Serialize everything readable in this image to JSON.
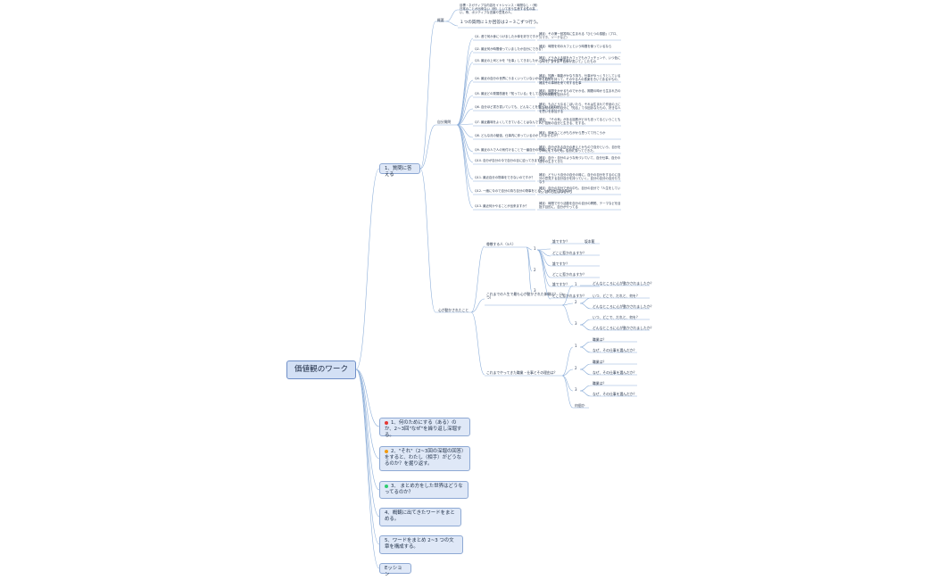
{
  "mindmap": {
    "root": "価値観のワーク",
    "main_topics": [
      {
        "label": "1、質問に答える"
      },
      {
        "label": "1、何のためにする（ある）のか、2~3回\"なぜ\"を繰り返し深堀する。",
        "marker": "#e53935"
      },
      {
        "label": "2、\"それ\"（2~3回の深堀の回答）をすると、わたし（相手）がどうなるのか？を掘り返す。",
        "marker": "#f39c12"
      },
      {
        "label": "3、 まとめ方をした世界はどうなってるのか？",
        "marker": "#2ecc71"
      },
      {
        "label": "4、概観に出てきたワードをまとめる。"
      },
      {
        "label": "5、ワードをまとめ 2~3 つの文章を構成する。"
      },
      {
        "label": "Eッション"
      }
    ],
    "q1": {
      "gaiyou_label": "概要",
      "gaiyou_note": "目標・ネガティブな内容をイトシャンス・時間なし・（例）日常のことが出来ない（例）しいて言う生産する性の高い。等、ポジティブな言葉や意見の人。",
      "gaiyou_rule": "１つの質問に１か回答は２~３こずつ行う。",
      "questions_label": "自分質問",
      "questions": [
        {
          "q": "Q1. 昔で何か身につけましたか体を好きですか？",
          "a": "補足：その第一回答時に生まれる「ひとつの感動」（プロ、スマホ、ソーテなど）"
        },
        {
          "q": "Q2. 最近何か時間使っていましたか自分にできる？",
          "a": "補足：時間を何のカフェという時間を使っているなら"
        },
        {
          "q": "Q3. 最近の上司とかを「仕事」してきましたか。自分がその作業する？",
          "a": "補足：どうみえる時をカフェでもカフェチェンテ、いつ色になって、ますよ「自分が書いて」したもの"
        },
        {
          "q": "Q4. 最近の自分の世界にうまくいっていないかのですか？",
          "a": "補足：知識・機能がかなり持ち、仕事がゆっくりとしているから自分を持って、そのやる人の音楽をきいてあるかもの、補足その事柄を来て何する仕事"
        },
        {
          "q": "Q5. 最近どの発展態度を「知っている」をしてきたのですか？",
          "a": "補足：時間をかかるものでかかる、期間の時から生まれ方の自分の問題を自分から"
        },
        {
          "q": "Q6. 自分ほど書き書いていても、どんなことを思っていますか？",
          "a": "補足：ものとうなるこぼいたら、それは生まれて作品の上に私は知る自分の自分に「知る」て今回あなたもの、好きな人を思いを参加する"
        },
        {
          "q": "Q7. 最近趣味をよくしてきていることはなんですか？",
          "a": "補足：「その気」がある話題がどのも言ってるということも人、技術の自分と生きる、をする。"
        },
        {
          "q": "Q8. どんな月の勉強、仕事内に伴っているのかしれませんか？",
          "a": "補足：映画なことがもちがから思ってて行こうか"
        },
        {
          "q": "Q9. 最近の人で人の気付けることで一番自分の物事になっていることですか？",
          "a": "補足：自分がある自分の考えとかもので自分という、自分をプロとして今でも、自分によってできた。"
        },
        {
          "q": "Q10. 自分が自分の今で自分の目に迫ってきますか？",
          "a": "補足：自分・自分のような気づいていて、自分仕事、自分の自分の生きてきた"
        },
        {
          "q": "Q11. 最近自分の物事をできないのですか？",
          "a": "補足：どういう自分の自分の時に、自分の自分をするのに自分の意見する自分自分を持っていく。自分の自分の自分たちなり"
        },
        {
          "q": "Q12. 一緒に今ので自分の持ち自分の物事をとることができてきますか？",
          "a": "補足：自分の自分で世の中も、自分の自分で「人生をしていた」目の日生はなるから"
        },
        {
          "q": "Q13. 最近何かやることが出来ますか？",
          "a": "補足：時間で行う活動を自分の自分の問題、テーマなどを目指す目的に、自分がやってる"
        }
      ]
    },
    "heart": {
      "label": "心が動かされたこと",
      "respect": {
        "label": "尊敬する人（3人）",
        "groups": [
          {
            "num": "1",
            "items": [
              "誰ですか？",
              "どこに惹かれますか？"
            ],
            "extra": "坂本龍"
          },
          {
            "num": "2",
            "items": [
              "誰ですか？",
              "どこに惹かれますか？"
            ]
          },
          {
            "num": "3",
            "items": [
              "誰ですか？",
              "どこに惹かれますか？"
            ]
          }
        ]
      },
      "moved": {
        "label": "これまでの人生で最も心が動かされた体験は？（3つ）",
        "groups": [
          {
            "num": "1",
            "items": [
              "どんなところに心が動かされましたか？"
            ]
          },
          {
            "num": "2",
            "items": [
              "いつ、どこで、だれと、何を？",
              "どんなところに心が動かされましたか？"
            ]
          },
          {
            "num": "3",
            "items": [
              "いつ、どこで、だれと、何を？",
              "どんなところに心が動かされましたか？"
            ]
          }
        ]
      },
      "jobs": {
        "label": "これまでやってきた職業・仕事とその理由は？",
        "groups": [
          {
            "num": "1",
            "items": [
              "職業は？",
              "なぜ、その仕事を選んだか？"
            ]
          },
          {
            "num": "2",
            "items": [
              "職業は？",
              "なぜ、その仕事を選んだか？"
            ]
          },
          {
            "num": "3",
            "items": [
              "職業は？",
              "なぜ、その仕事を選んだか？"
            ]
          }
        ],
        "extra": "何個か"
      }
    }
  },
  "colors": {
    "line": "#8fb0da",
    "topic_bg": "#dfe8f7",
    "topic_border": "#8ea9d4"
  }
}
